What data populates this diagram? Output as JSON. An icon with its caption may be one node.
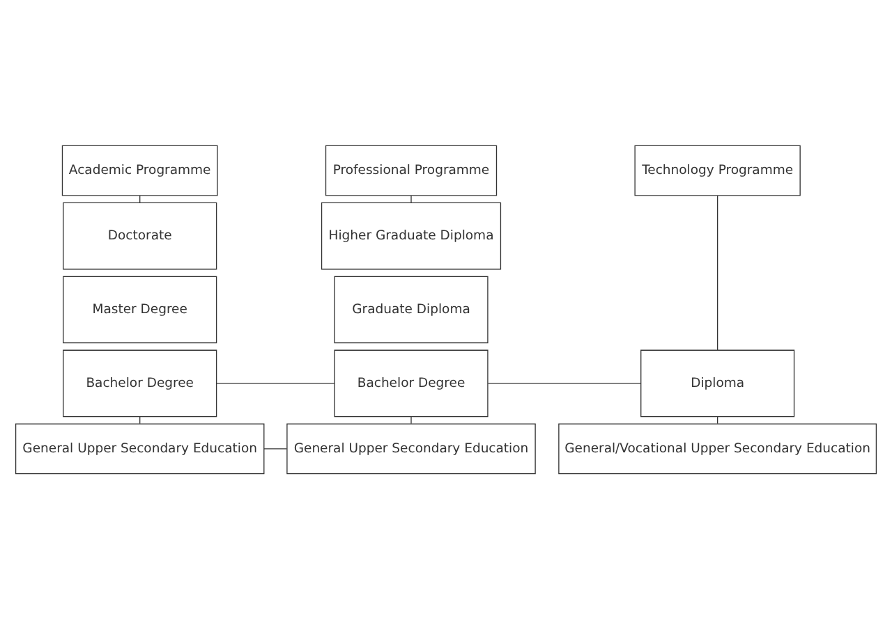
{
  "diagram": {
    "nodes": [
      {
        "text": [
          "Academic Programme"
        ]
      },
      {
        "text": [
          "Professional Programme"
        ]
      },
      {
        "text": [
          "Technology Programme"
        ]
      },
      {
        "text": [
          "Doctorate"
        ]
      },
      {
        "text": [
          "Higher Graduate Diploma"
        ]
      },
      {
        "text": [
          "Master Degree"
        ]
      },
      {
        "text": [
          "Graduate Diploma"
        ]
      },
      {
        "text": [
          "Bachelor Degree"
        ]
      },
      {
        "text": [
          "Bachelor Degree"
        ]
      },
      {
        "text": [
          "Diploma"
        ]
      },
      {
        "text": [
          "General Upper Secondary Education"
        ]
      },
      {
        "text": [
          "General Upper Secondary Education"
        ]
      },
      {
        "text": [
          "General/Vocational Upper Secondary Education"
        ]
      }
    ],
    "edges": [
      {
        "from": 0,
        "to": 3,
        "arrow": "none"
      },
      {
        "from": 1,
        "to": 4,
        "arrow": "none"
      },
      {
        "from": 2,
        "to": 9,
        "arrow": "none"
      },
      {
        "from": 7,
        "to": 8,
        "arrow": "none"
      },
      {
        "from": 8,
        "to": 9,
        "arrow": "none"
      },
      {
        "from": 7,
        "to": 10,
        "arrow": "none"
      },
      {
        "from": 8,
        "to": 11,
        "arrow": "none"
      },
      {
        "from": 9,
        "to": 12,
        "arrow": "none"
      },
      {
        "from": 10,
        "to": 11,
        "arrow": "none"
      }
    ]
  }
}
